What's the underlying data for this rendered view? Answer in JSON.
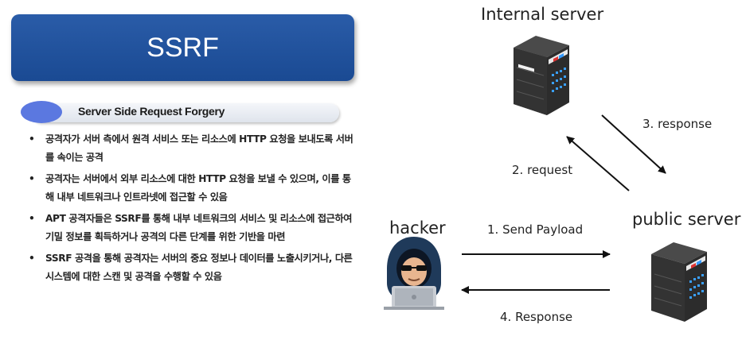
{
  "title": "SSRF",
  "subtitle": "Server Side Request Forgery",
  "bullets": [
    "공격자가 서버 측에서 원격 서비스 또는 리소스에 HTTP 요청을 보내도록 서버를 속이는 공격",
    "공격자는 서버에서 외부 리소스에 대한 HTTP 요청을 보낼 수 있으며, 이를 통해 내부 네트워크나 인트라넷에 접근할 수 있음",
    "APT 공격자들은 SSRF를 통해 내부 네트워크의 서비스 및 리소스에 접근하여 기밀 정보를 획득하거나 공격의 다른 단계를 위한 기반을 마련",
    "SSRF 공격을 통해 공격자는 서버의 중요 정보나 데이터를 노출시키거나, 다른 시스템에 대한 스캔 및 공격을 수행할 수 있음"
  ],
  "diagram": {
    "internal_server": "Internal server",
    "public_server": "public server",
    "hacker": "hacker",
    "arrows": {
      "send_payload": "1. Send Payload",
      "request": "2. request",
      "response_lower": "3. response",
      "response": "4. Response"
    }
  },
  "colors": {
    "title_bg": "#1f4f9b",
    "accent_dot": "#5b78e0",
    "server_body": "#2b2b2b",
    "hoodie": "#1f3a5a"
  }
}
